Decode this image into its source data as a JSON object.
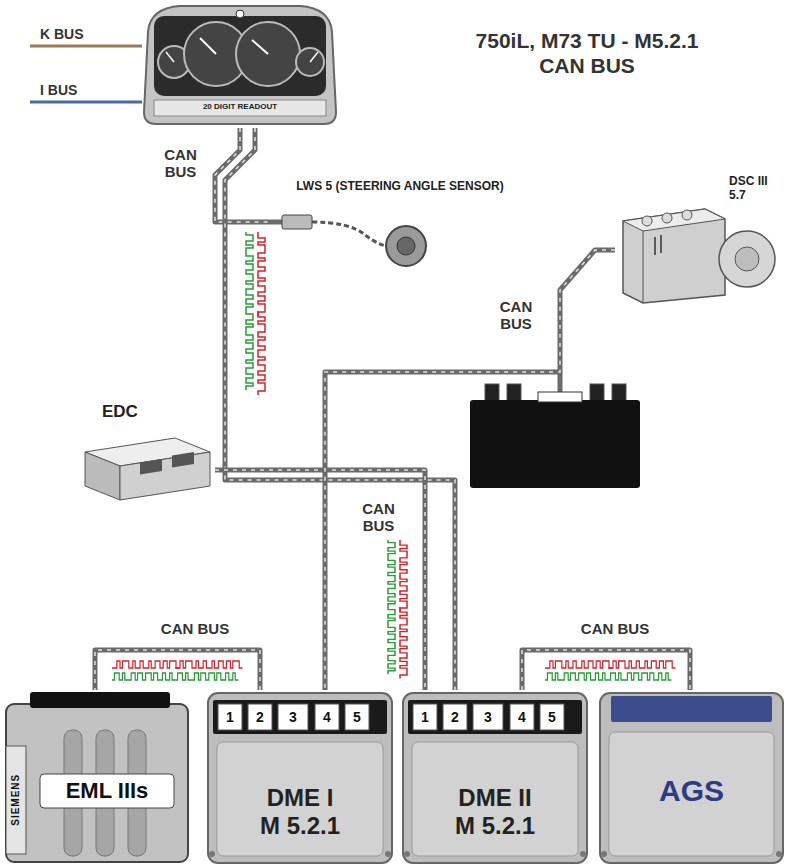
{
  "diagram": {
    "title": "750iL, M73 TU - M5.2.1 CAN BUS",
    "nodes": [
      {
        "text": [
          "20 DIGIT READOUT"
        ]
      },
      {
        "text": [
          "LWS 5 (STEERING ANGLE SENSOR)"
        ]
      },
      {
        "text": [
          "DSC III 5.7"
        ]
      },
      {
        "text": [
          "EDC"
        ]
      },
      {
        "text": [
          "EML IIIs",
          "SIEMENS"
        ]
      },
      {
        "text": [
          "DME I M 5.2.1"
        ]
      },
      {
        "text": [
          "DME II M 5.2.1"
        ]
      },
      {
        "text": [
          "AGS"
        ]
      }
    ],
    "edges": [
      {
        "from": 0,
        "to": 1,
        "arrow": "none"
      },
      {
        "from": 0,
        "to": 6,
        "label": "CAN BUS",
        "arrow": "none"
      },
      {
        "from": 3,
        "to": 6,
        "arrow": "none"
      },
      {
        "from": 2,
        "to": 5,
        "label": "CAN BUS",
        "arrow": "none"
      },
      {
        "from": 5,
        "to": 4,
        "label": "CAN BUS",
        "arrow": "none"
      },
      {
        "from": 6,
        "to": 7,
        "label": "CAN BUS",
        "arrow": "none"
      }
    ],
    "labels": [
      "K BUS",
      "I BUS",
      "CAN BUS",
      "1",
      "2",
      "3",
      "4",
      "5",
      "1",
      "2",
      "3",
      "4",
      "5"
    ]
  }
}
